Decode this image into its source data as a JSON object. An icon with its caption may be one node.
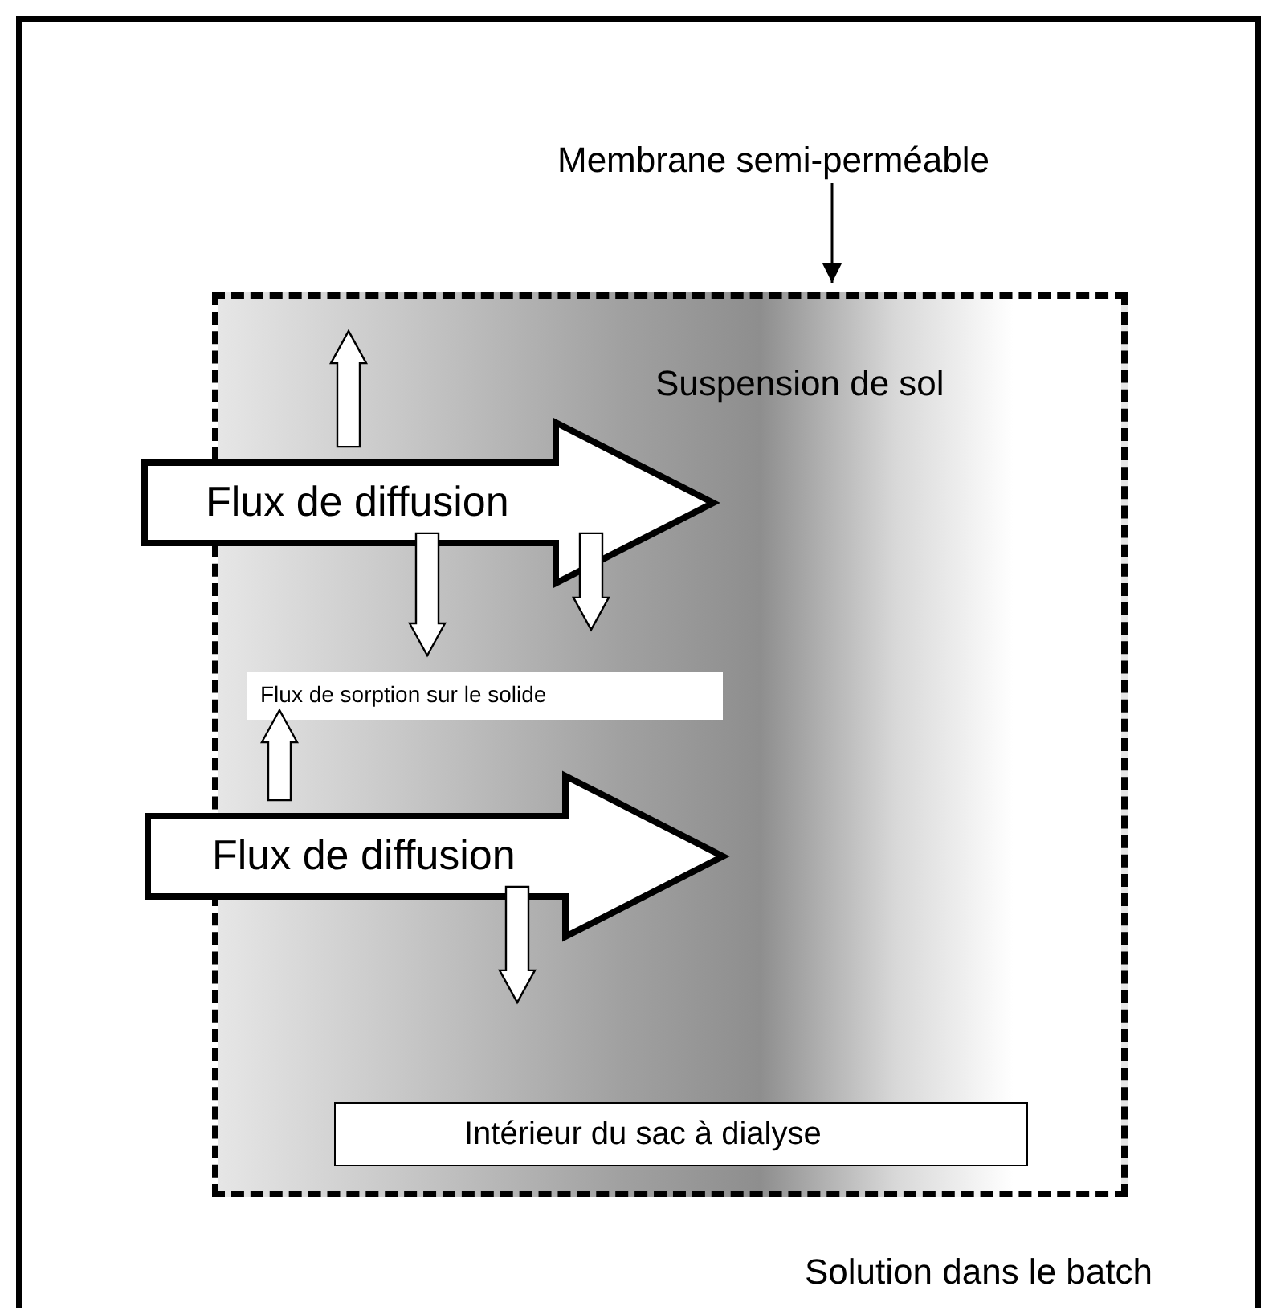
{
  "diagram": {
    "nodes": [
      {
        "text": [
          "Solution dans le batch"
        ]
      },
      {
        "text": [
          "Suspension de sol"
        ],
        "in": 0
      },
      {
        "text": [
          "Membrane semi-perméable"
        ],
        "in": 0
      },
      {
        "text": [
          "Flux de diffusion"
        ],
        "in": 1
      },
      {
        "text": [
          "Flux de sorption sur le solide"
        ],
        "in": 1
      },
      {
        "text": [
          "Flux de diffusion"
        ],
        "in": 1
      },
      {
        "text": [
          "Intérieur du sac à dialyse"
        ],
        "in": 1
      }
    ],
    "edges": [
      {
        "from": 2,
        "to": 1,
        "arrow": "to"
      },
      {
        "from": 3,
        "to": null,
        "arrow": "to"
      },
      {
        "from": 3,
        "to": 4,
        "arrow": "to"
      },
      {
        "from": 3,
        "to": null,
        "arrow": "to"
      },
      {
        "from": 5,
        "to": 4,
        "arrow": "to"
      },
      {
        "from": 5,
        "to": null,
        "arrow": "to"
      }
    ]
  }
}
